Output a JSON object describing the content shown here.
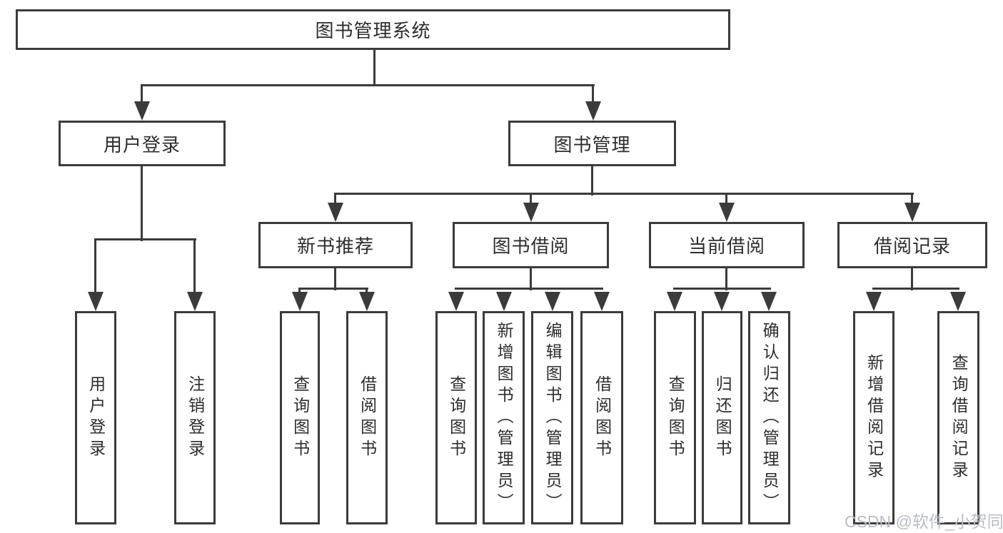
{
  "diagram": {
    "root": {
      "label": "图书管理系统"
    },
    "branches": [
      {
        "label": "用户登录",
        "children": [
          {
            "label": "用户登录"
          },
          {
            "label": "注销登录"
          }
        ]
      },
      {
        "label": "图书管理",
        "children": [
          {
            "label": "新书推荐",
            "children": [
              {
                "label": "查询图书"
              },
              {
                "label": "借阅图书"
              }
            ]
          },
          {
            "label": "图书借阅",
            "children": [
              {
                "label": "查询图书"
              },
              {
                "label": "新增图书（管理员）"
              },
              {
                "label": "编辑图书（管理员）"
              },
              {
                "label": "借阅图书"
              }
            ]
          },
          {
            "label": "当前借阅",
            "children": [
              {
                "label": "查询图书"
              },
              {
                "label": "归还图书"
              },
              {
                "label": "确认归还（管理员）"
              }
            ]
          },
          {
            "label": "借阅记录",
            "children": [
              {
                "label": "新增借阅记录"
              },
              {
                "label": "查询借阅记录"
              }
            ]
          }
        ]
      }
    ]
  },
  "watermark": {
    "text": "CSDN @软件_小贺同学"
  },
  "colors": {
    "line": "#3b3b3b",
    "box_border": "#3b3b3b",
    "text": "#2d2d2d",
    "background": "#ffffff",
    "watermark": "#b9bdc4"
  }
}
